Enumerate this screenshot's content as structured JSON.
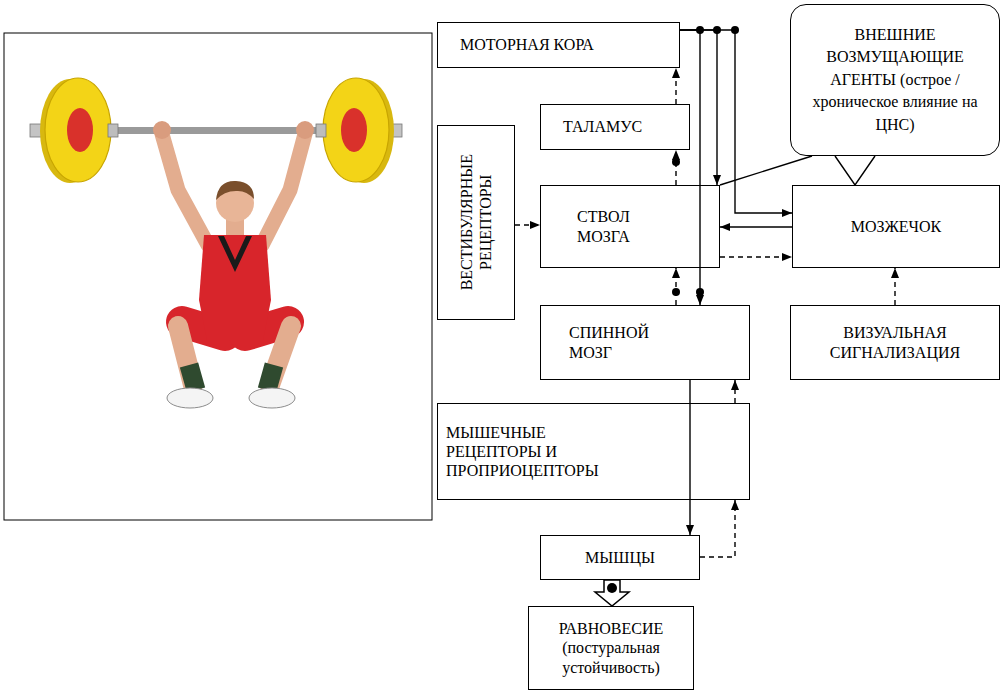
{
  "diagram": {
    "nodes": [
      {
        "text": [
          "МОТОРНАЯ КОРА"
        ]
      },
      {
        "text": [
          "ВНЕШНИЕ ВОЗМУЩАЮЩИЕ АГЕНТЫ (острое / хроническое влияние на ЦНС)"
        ]
      },
      {
        "text": [
          "ТАЛАМУС"
        ]
      },
      {
        "text": [
          "ВЕСТИБУЛЯРНЫЕ РЕЦЕПТОРЫ"
        ]
      },
      {
        "text": [
          "СТВОЛ МОЗГА"
        ]
      },
      {
        "text": [
          "МОЗЖЕЧОК"
        ]
      },
      {
        "text": [
          "СПИННОЙ МОЗГ"
        ]
      },
      {
        "text": [
          "ВИЗУАЛЬНАЯ СИГНАЛИЗАЦИЯ"
        ]
      },
      {
        "text": [
          "МЫШЕЧНЫЕ РЕЦЕПТОРЫ И ПРОПРИОЦЕПТОРЫ"
        ]
      },
      {
        "text": [
          "МЫШЦЫ"
        ]
      },
      {
        "text": [
          "РАВНОВЕСИЕ (постуральная устойчивость)"
        ]
      }
    ],
    "edges": [
      {
        "from": 0,
        "to": 4,
        "arrow": "to"
      },
      {
        "from": 0,
        "to": 6,
        "arrow": "to"
      },
      {
        "from": 0,
        "to": 5,
        "arrow": "to"
      },
      {
        "from": 2,
        "to": 0,
        "arrow": "to"
      },
      {
        "from": 4,
        "to": 2,
        "arrow": "to"
      },
      {
        "from": 6,
        "to": 4,
        "arrow": "to"
      },
      {
        "from": 5,
        "to": 4,
        "arrow": "to"
      },
      {
        "from": 4,
        "to": 5,
        "arrow": "to"
      },
      {
        "from": 3,
        "to": 4,
        "arrow": "to"
      },
      {
        "from": 7,
        "to": 5,
        "arrow": "to"
      },
      {
        "from": 6,
        "to": 9,
        "arrow": "to"
      },
      {
        "from": 9,
        "to": 8,
        "arrow": "to"
      },
      {
        "from": 8,
        "to": 6,
        "arrow": "to"
      },
      {
        "from": 9,
        "to": 10,
        "arrow": "to"
      },
      {
        "from": 1,
        "to": 4,
        "arrow": "none"
      },
      {
        "from": 1,
        "to": 5,
        "arrow": "none"
      }
    ]
  }
}
